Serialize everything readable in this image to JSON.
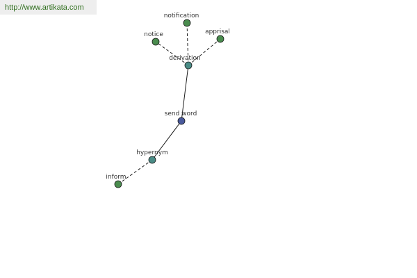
{
  "url": "http://www.artikata.com",
  "colors": {
    "center_node": "#4a5a9c",
    "relation_node": "#4a8c86",
    "leaf_node": "#4a8c4e",
    "node_stroke": "#1a1a1a",
    "edge": "#1a1a1a",
    "label": "#333333",
    "url_text": "#2e6e1c"
  },
  "nodes": {
    "center": {
      "label": "send word",
      "kind": "center"
    },
    "derivation": {
      "label": "derivation",
      "kind": "relation"
    },
    "hypernym": {
      "label": "hypernym",
      "kind": "relation"
    },
    "notification": {
      "label": "notification",
      "kind": "leaf"
    },
    "notice": {
      "label": "notice",
      "kind": "leaf"
    },
    "apprisal": {
      "label": "apprisal",
      "kind": "leaf"
    },
    "inform": {
      "label": "inform",
      "kind": "leaf"
    }
  },
  "edges": [
    {
      "from": "center",
      "to": "derivation",
      "style": "solid"
    },
    {
      "from": "center",
      "to": "hypernym",
      "style": "solid"
    },
    {
      "from": "derivation",
      "to": "notification",
      "style": "dashed"
    },
    {
      "from": "derivation",
      "to": "notice",
      "style": "dashed"
    },
    {
      "from": "derivation",
      "to": "apprisal",
      "style": "dashed"
    },
    {
      "from": "hypernym",
      "to": "inform",
      "style": "dashed"
    }
  ]
}
